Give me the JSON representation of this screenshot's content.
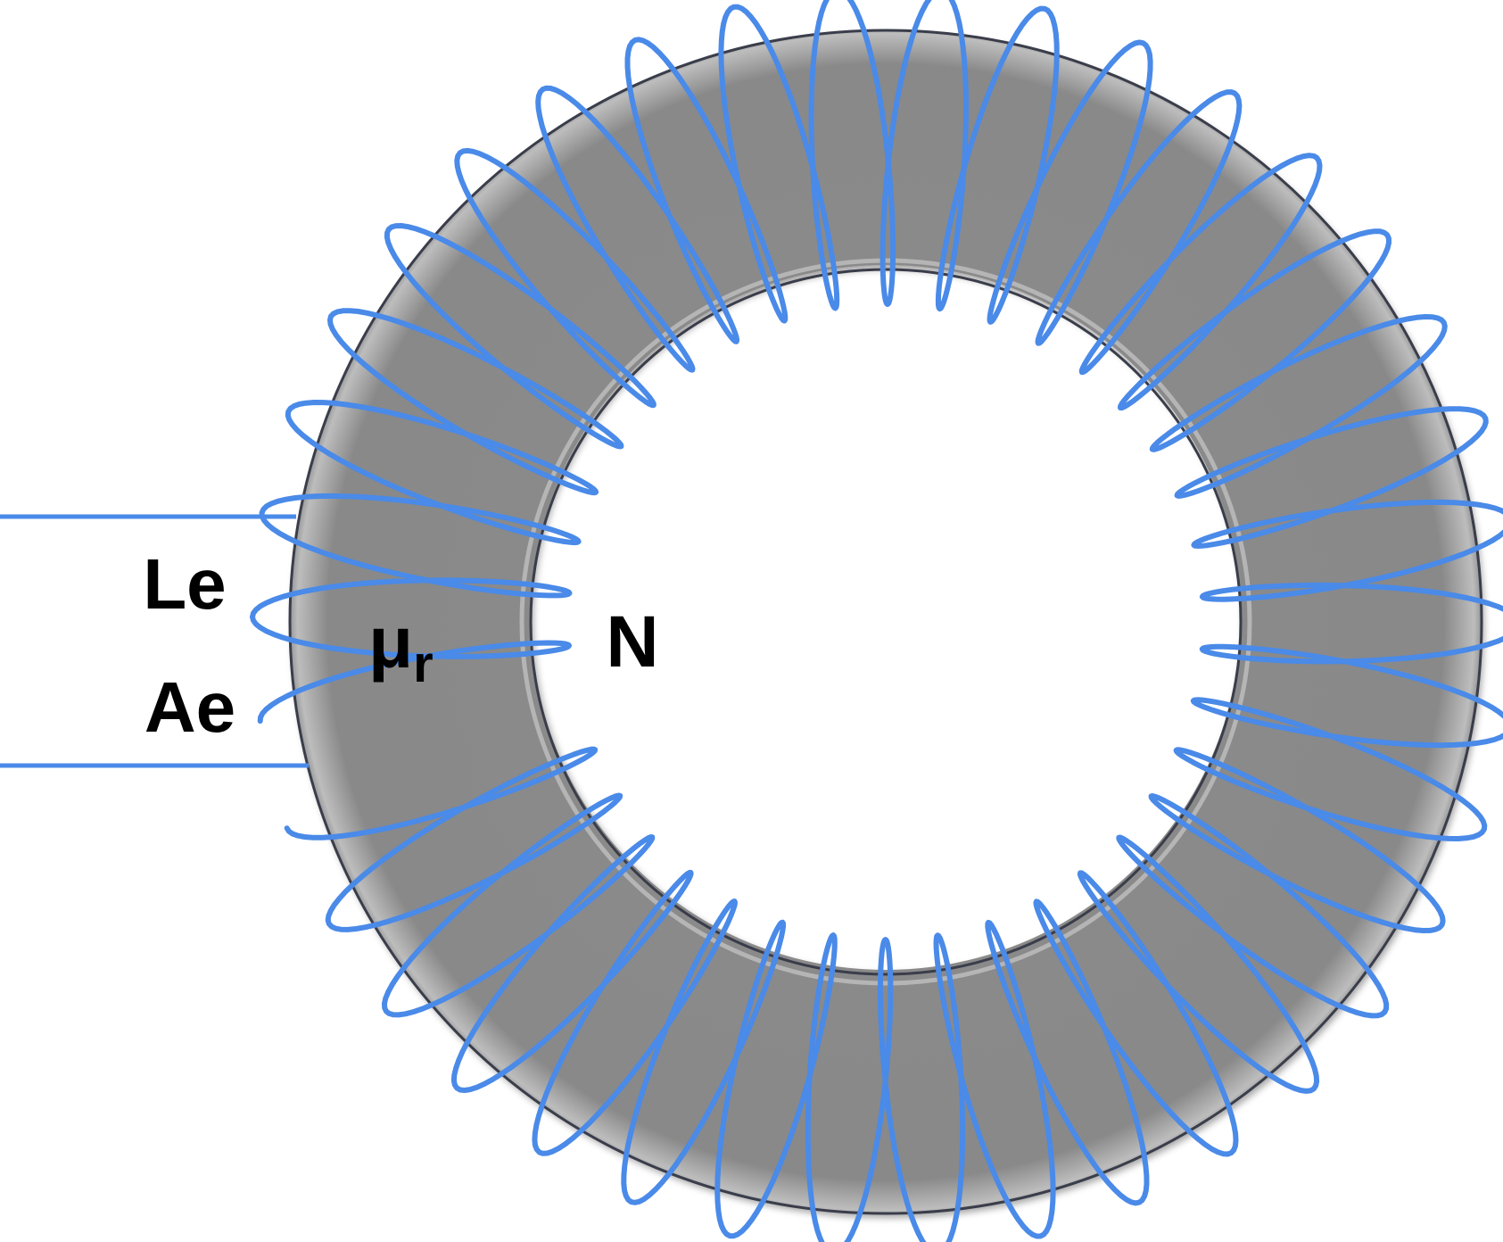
{
  "labels": {
    "length": "Le",
    "area": "Ae",
    "permeability": "μ",
    "permeability_subscript": "r",
    "turns": "N"
  },
  "colors": {
    "background": "#ffffff",
    "core_fill": "#898989",
    "core_edge": "#3a3d4a",
    "core_highlight": "#d9d9d9",
    "winding": "#4a8ae8",
    "text": "#000000"
  },
  "winding": {
    "turn_count": 37,
    "gap_position": "left"
  }
}
